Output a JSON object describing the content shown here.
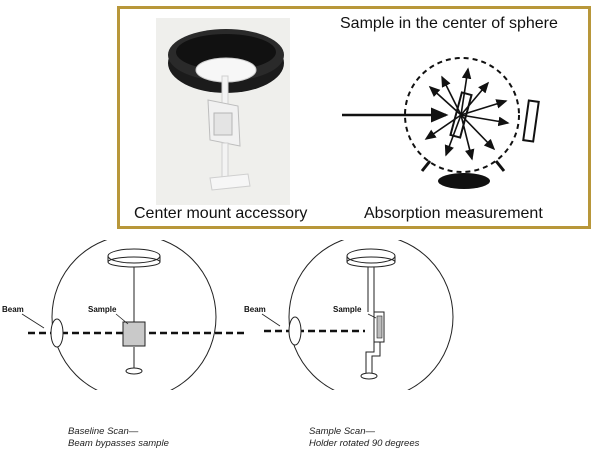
{
  "top_panel": {
    "sphere_title": "Sample in the center of sphere",
    "caption_left": "Center mount accessory",
    "caption_right": "Absorption measurement",
    "frame_color": "#b8973a"
  },
  "bottom_left": {
    "beam_label": "Beam",
    "sample_label": "Sample",
    "caption_line1": "Baseline Scan—",
    "caption_line2": "Beam bypasses sample"
  },
  "bottom_right": {
    "beam_label": "Beam",
    "sample_label": "Sample",
    "caption_line1": "Sample Scan—",
    "caption_line2": "Holder rotated 90 degrees"
  }
}
